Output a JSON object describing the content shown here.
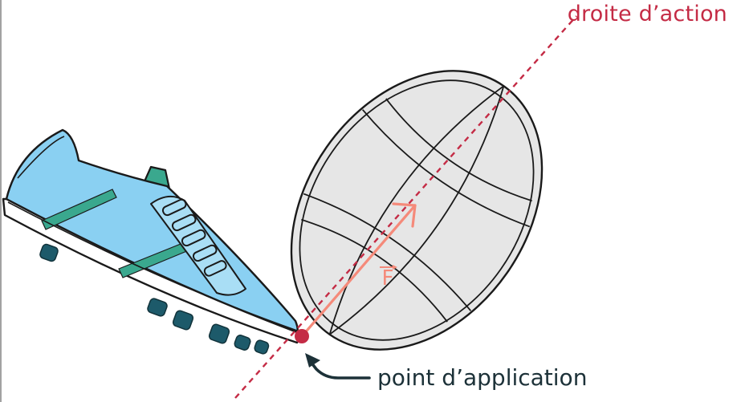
{
  "labels": {
    "line_of_action": "droite d’action",
    "application_point": "point d’application",
    "force_symbol": "F"
  },
  "colors": {
    "line_of_action": "#c42b45",
    "force_vector": "#f58a7a",
    "application_point": "#c42b45",
    "ball_fill": "#e6e6e6",
    "ball_stroke": "#1a1a1a",
    "shoe_upper": "#8ad0f2",
    "shoe_stripes": "#3aa88e",
    "shoe_sole": "#ffffff",
    "shoe_studs": "#1d5a6a",
    "callout_arrow": "#1c3138"
  },
  "icons": [
    "rugby-ball-illustration",
    "football-boot-illustration",
    "callout-arrow-icon"
  ]
}
